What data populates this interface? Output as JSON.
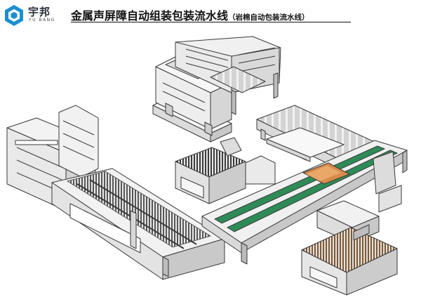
{
  "brand": {
    "name_cn": "宇邦",
    "name_en": "YU BANG",
    "logo_color": "#1b8fd0"
  },
  "title": {
    "main": "金属声屏障自动组装包装流水线",
    "sub": "（岩棉自动包装流水线）"
  },
  "colors": {
    "frame": "#eaeaea",
    "outline": "#3a3a3a",
    "belt": "#2e8b57",
    "accent_panel": "#d98a4a",
    "roller": "#d0d0d0",
    "dark_grille": "#3c3c3c",
    "brown_grille": "#7a5a3a"
  }
}
